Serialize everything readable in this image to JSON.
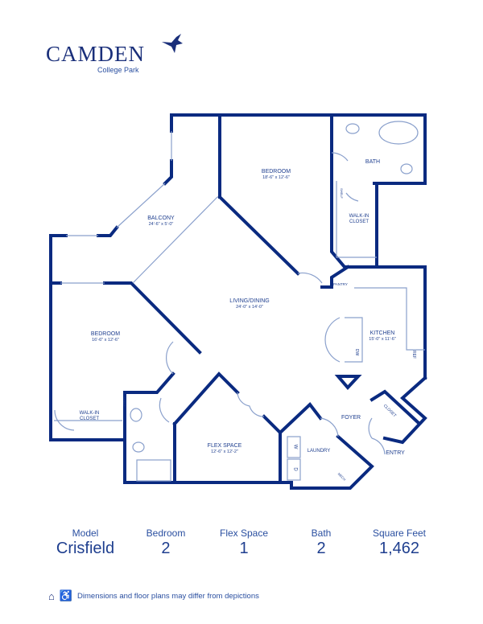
{
  "brand": {
    "name": "CAMDEN",
    "community": "College Park"
  },
  "rooms": {
    "bedroom1": {
      "label": "BEDROOM",
      "dims": "18'-6\" x 12'-6\""
    },
    "bath1": {
      "label": "BATH"
    },
    "closet1": {
      "label": "WALK-IN CLOSET"
    },
    "balcony": {
      "label": "BALCONY",
      "dims": "24'-6\" x 5'-0\""
    },
    "living": {
      "label": "LIVING/DINING",
      "dims": "24'-0\" x 14'-0\""
    },
    "pantry": {
      "label": "PANTRY"
    },
    "kitchen": {
      "label": "KITCHEN",
      "dims": "15'-0\" x 11'-6\""
    },
    "bedroom2": {
      "label": "BEDROOM",
      "dims": "16'-6\" x 12'-6\""
    },
    "closet2": {
      "label": "WALK-IN CLOSET"
    },
    "flex": {
      "label": "FLEX SPACE",
      "dims": "12'-6\" x 12'-2\""
    },
    "foyer": {
      "label": "FOYER"
    },
    "closet3": {
      "label": "CLOSET"
    },
    "laundry": {
      "label": "LAUNDRY"
    },
    "entry": {
      "label": "ENTRY"
    },
    "shelf1": {
      "label": "SHELF"
    },
    "shelf2": {
      "label": "SHELF"
    },
    "dw": {
      "label": "DW"
    },
    "ref": {
      "label": "REF"
    },
    "washer": {
      "label": "W"
    },
    "dryer": {
      "label": "D"
    },
    "mech": {
      "label": "MECH"
    }
  },
  "stats": [
    {
      "label": "Model",
      "value": "Crisfield"
    },
    {
      "label": "Bedroom",
      "value": "2"
    },
    {
      "label": "Flex Space",
      "value": "1"
    },
    {
      "label": "Bath",
      "value": "2"
    },
    {
      "label": "Square Feet",
      "value": "1,462"
    }
  ],
  "footer": {
    "disclaimer": "Dimensions and floor plans may differ from depictions",
    "icons": [
      "equal-housing-icon",
      "wheelchair-accessible-icon"
    ]
  },
  "colors": {
    "wall": "#0a2a80",
    "text": "#1f3f8f"
  }
}
